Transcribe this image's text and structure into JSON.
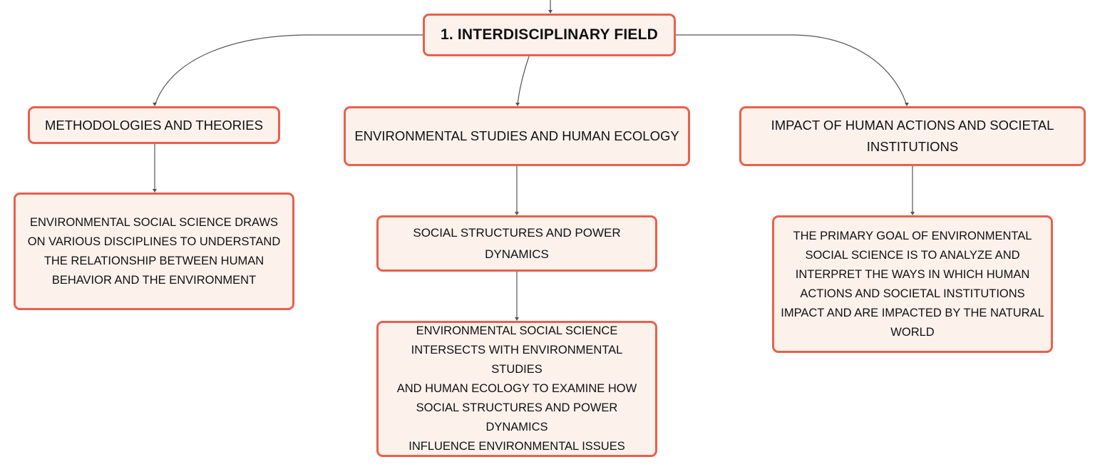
{
  "colors": {
    "node_border": "#e8604c",
    "node_fill": "#fdf1ec",
    "connector": "#555555",
    "text": "#111111"
  },
  "diagram": {
    "root": {
      "label": "1. INTERDISCIPLINARY FIELD"
    },
    "methodologies": {
      "label": "METHODOLOGIES AND THEORIES",
      "description_lines": [
        "ENVIRONMENTAL SOCIAL SCIENCE DRAWS",
        "ON VARIOUS DISCIPLINES TO UNDERSTAND",
        "THE RELATIONSHIP BETWEEN HUMAN",
        "BEHAVIOR AND THE ENVIRONMENT"
      ]
    },
    "environmental_studies": {
      "label": "ENVIRONMENTAL STUDIES AND HUMAN ECOLOGY",
      "child": {
        "label": "SOCIAL STRUCTURES AND POWER DYNAMICS",
        "description_lines": [
          "ENVIRONMENTAL SOCIAL SCIENCE",
          "INTERSECTS WITH ENVIRONMENTAL STUDIES",
          "AND HUMAN ECOLOGY TO EXAMINE HOW",
          "SOCIAL STRUCTURES AND POWER DYNAMICS",
          "INFLUENCE ENVIRONMENTAL ISSUES"
        ]
      }
    },
    "impact": {
      "label_lines": [
        "IMPACT OF HUMAN ACTIONS AND SOCIETAL",
        "INSTITUTIONS"
      ],
      "description_lines": [
        "THE PRIMARY GOAL OF ENVIRONMENTAL",
        "SOCIAL SCIENCE IS TO ANALYZE AND",
        "INTERPRET THE WAYS IN WHICH HUMAN",
        "ACTIONS AND SOCIETAL INSTITUTIONS",
        "IMPACT AND ARE IMPACTED BY THE NATURAL",
        "WORLD"
      ]
    }
  }
}
